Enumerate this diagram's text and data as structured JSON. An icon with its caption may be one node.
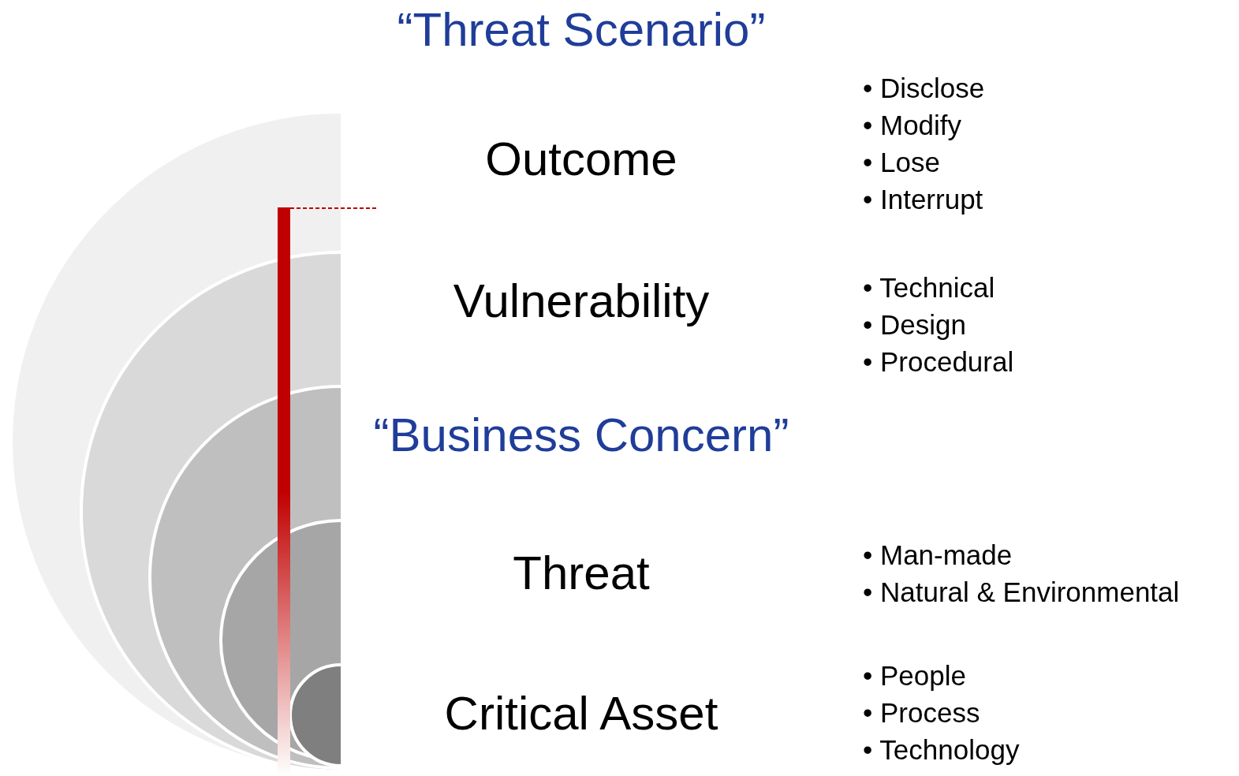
{
  "diagram": {
    "title": "“Threat Scenario”",
    "labels": [
      "Outcome",
      "• Disclose",
      "• Modify",
      "• Lose",
      "• Interrupt",
      "Vulnerability",
      "• Technical",
      "• Design",
      "• Procedural",
      "“Business Concern”",
      "Threat",
      "• Man-made",
      "• Natural & Environmental",
      "Critical Asset",
      "• People",
      "• Process",
      "• Technology"
    ]
  }
}
